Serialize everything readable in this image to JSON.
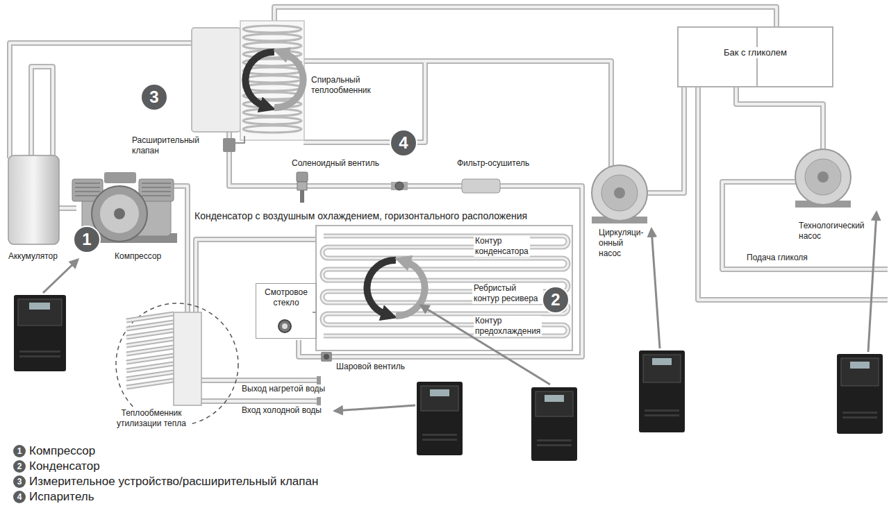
{
  "diagram": {
    "nodes": [
      {
        "text": [
          "Бак с гликолем"
        ]
      },
      {
        "text": [
          "3"
        ]
      },
      {
        "text": [
          "4"
        ]
      },
      {
        "text": [
          "1"
        ]
      },
      {
        "text": [
          "Смотровое стекло"
        ]
      },
      {
        "text": [
          "2"
        ]
      }
    ],
    "labels": [
      "Спиральный теплообменник",
      "Расширительный клапан",
      "Соленоидный вентиль",
      "Фильтр-осушитель",
      "Конденсатор с воздушным охлаждением, горизонтального расположения",
      "Контур конденсатора",
      "Циркуляци- онный насос",
      "Технологический насос",
      "Аккумулятор",
      "Компрессор",
      "Ребристый контур ресивера",
      "Подача гликоля",
      "Контур предохлаждения",
      "Шаровой вентиль",
      "Теплообменник утилизации тепла",
      "Выход нагретой воды",
      "Вход холодной воды",
      "1",
      "2",
      "3",
      "4"
    ],
    "legend": [
      {
        "text": "Компрессор"
      },
      {
        "text": "Конденсатор"
      },
      {
        "text": "Измерительное устройство/расширительный клапан"
      },
      {
        "text": "Испаритель"
      }
    ]
  }
}
